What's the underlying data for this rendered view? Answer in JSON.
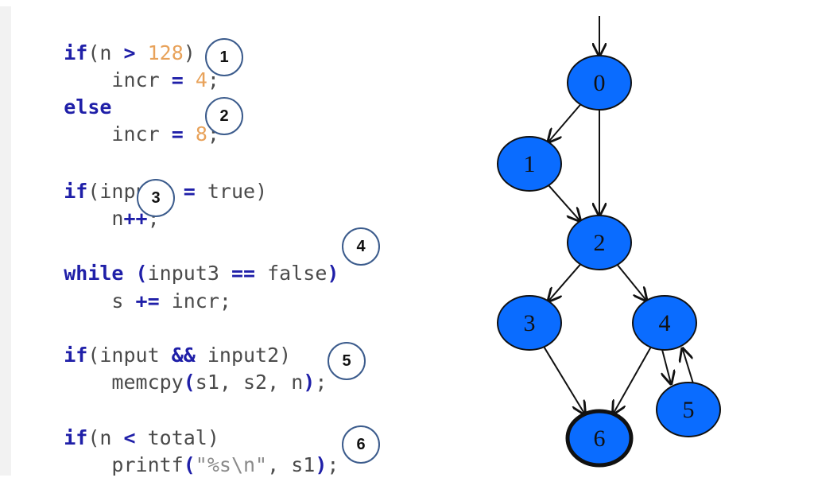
{
  "code": {
    "lines": [
      [
        "if",
        "(n ",
        ">",
        " ",
        "128",
        ")"
      ],
      [
        "    incr ",
        "=",
        " ",
        "4",
        ";"
      ],
      [
        "else"
      ],
      [
        "    incr ",
        "=",
        " ",
        "8",
        ";"
      ],
      [
        "if",
        "(input2 ",
        "=",
        " true)"
      ],
      [
        "    n",
        "++",
        ";"
      ],
      [
        "while",
        " ",
        "(",
        "input3 ",
        "==",
        " false",
        ")"
      ],
      [
        "    s ",
        "+=",
        " incr;"
      ],
      [
        "if",
        "(input ",
        "&&",
        " input2)"
      ],
      [
        "    memcpy",
        "(",
        "s1, s2, n",
        ")",
        ";"
      ],
      [
        "if",
        "(n ",
        "<",
        " total)"
      ],
      [
        "    printf",
        "(",
        "\"%s\\n\"",
        ", s1",
        ")",
        ";"
      ]
    ]
  },
  "markers": [
    "1",
    "2",
    "3",
    "4",
    "5",
    "6"
  ],
  "graph": {
    "nodes": [
      {
        "id": "0",
        "label": "0",
        "final": false
      },
      {
        "id": "1",
        "label": "1",
        "final": false
      },
      {
        "id": "2",
        "label": "2",
        "final": false
      },
      {
        "id": "3",
        "label": "3",
        "final": false
      },
      {
        "id": "4",
        "label": "4",
        "final": false
      },
      {
        "id": "5",
        "label": "5",
        "final": false
      },
      {
        "id": "6",
        "label": "6",
        "final": true
      }
    ],
    "edges": [
      {
        "from": "entry",
        "to": "0"
      },
      {
        "from": "0",
        "to": "1"
      },
      {
        "from": "0",
        "to": "2"
      },
      {
        "from": "1",
        "to": "2"
      },
      {
        "from": "2",
        "to": "3"
      },
      {
        "from": "2",
        "to": "4"
      },
      {
        "from": "3",
        "to": "6"
      },
      {
        "from": "4",
        "to": "6"
      },
      {
        "from": "4",
        "to": "5"
      },
      {
        "from": "5",
        "to": "4"
      }
    ],
    "colors": {
      "node_fill": "#0a6cff",
      "node_stroke": "#111111",
      "edge": "#111111"
    }
  }
}
